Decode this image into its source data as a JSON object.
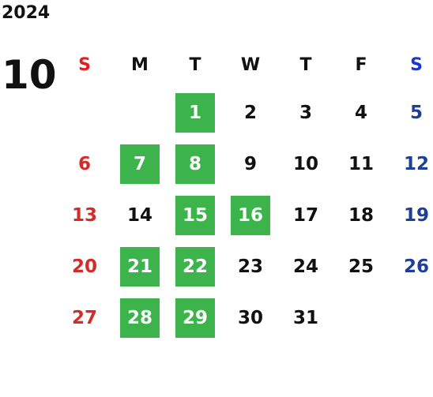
{
  "calendar": {
    "year": "2024",
    "month": "10",
    "weekdays": [
      "S",
      "M",
      "T",
      "W",
      "T",
      "F",
      "S"
    ],
    "first_weekday_index": 2,
    "days": [
      "1",
      "2",
      "3",
      "4",
      "5",
      "6",
      "7",
      "8",
      "9",
      "10",
      "11",
      "12",
      "13",
      "14",
      "15",
      "16",
      "17",
      "18",
      "19",
      "20",
      "21",
      "22",
      "23",
      "24",
      "25",
      "26",
      "27",
      "28",
      "29",
      "30",
      "31"
    ],
    "highlighted_days": [
      "1",
      "7",
      "8",
      "15",
      "16",
      "21",
      "22",
      "28",
      "29"
    ],
    "colors": {
      "highlight_bg": "#3cb44b",
      "highlight_text": "#ffffff",
      "sunday": "#d42a2a",
      "saturday": "#1f3f96",
      "weekday_sunday_header": "#e02020",
      "weekday_saturday_header": "#1a35d0",
      "default_text": "#111111"
    }
  }
}
